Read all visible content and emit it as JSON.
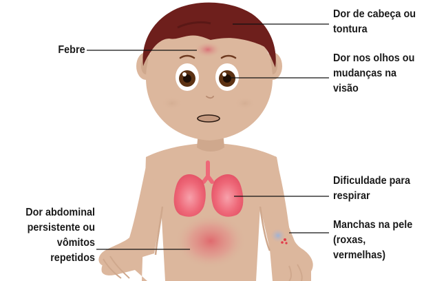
{
  "colors": {
    "skin": "#dcb79d",
    "skin_shadow": "#cfa88d",
    "hair": "#6e1f1c",
    "iris": "#5c3214",
    "lungs": "#ea5d6f",
    "bruise": "#9fb4d6",
    "dots": "#e23b4a",
    "lines": "#111111"
  },
  "labels": {
    "febre": [
      "Febre"
    ],
    "cabeca": [
      "Dor de cabeça ou",
      "tontura"
    ],
    "olhos": [
      "Dor nos olhos ou",
      "mudanças na",
      "visão"
    ],
    "respirar": [
      "Dificuldade para",
      "respirar"
    ],
    "manchas": [
      "Manchas na pele",
      "(roxas,",
      "vermelhas)"
    ],
    "abdominal": [
      "Dor abdominal",
      "persistente ou",
      "vômitos",
      "repetidos"
    ]
  }
}
